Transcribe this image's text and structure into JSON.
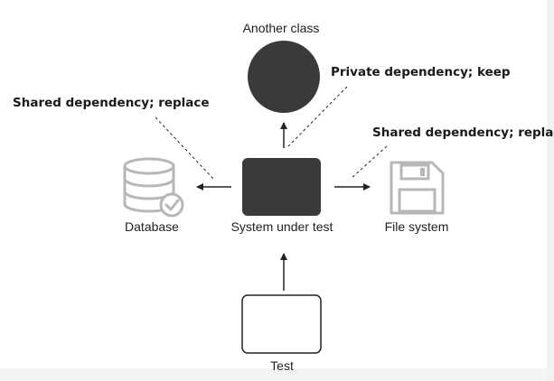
{
  "nodes": {
    "another_class": "Another class",
    "sut": "System under test",
    "database": "Database",
    "file_system": "File system",
    "test": "Test"
  },
  "annotations": {
    "private_dep": "Private dependency; keep",
    "shared_dep_left": "Shared dependency; replace",
    "shared_dep_right": "Shared dependency; replace"
  },
  "colors": {
    "dark_fill": "#3a3a3a",
    "icon_gray": "#b7b7b7",
    "line": "#222222"
  },
  "icons": {
    "database": "database-check-icon",
    "file_system": "floppy-disk-icon"
  }
}
